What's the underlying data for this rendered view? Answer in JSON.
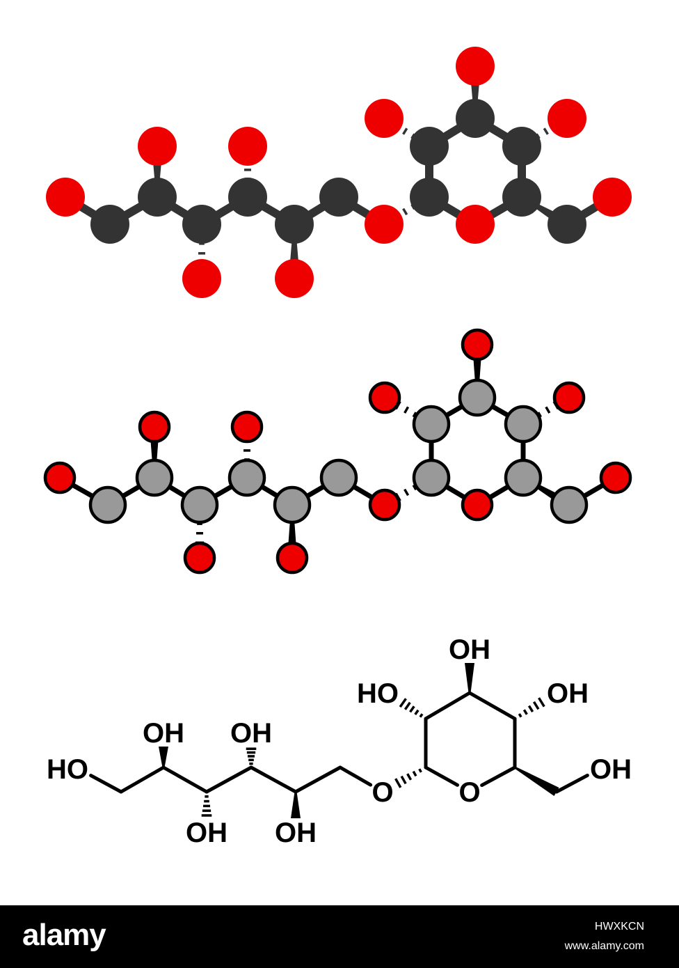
{
  "colors": {
    "background": "#ffffff",
    "oxygen": "#ee0000",
    "carbon_dark": "#333333",
    "carbon_light": "#999999",
    "bond_dark": "#333333",
    "bond_outline": "#000000",
    "footer": "#000000",
    "footer_text": "#ffffff"
  },
  "structure": {
    "atoms": [
      {
        "id": "O1",
        "el": "O"
      },
      {
        "id": "C1",
        "el": "C"
      },
      {
        "id": "C2",
        "el": "C"
      },
      {
        "id": "O2",
        "el": "O"
      },
      {
        "id": "C3",
        "el": "C"
      },
      {
        "id": "O3",
        "el": "O"
      },
      {
        "id": "C4",
        "el": "C"
      },
      {
        "id": "O4",
        "el": "O"
      },
      {
        "id": "C5",
        "el": "C"
      },
      {
        "id": "O5",
        "el": "O"
      },
      {
        "id": "C6",
        "el": "C"
      },
      {
        "id": "Og",
        "el": "O"
      },
      {
        "id": "R1",
        "el": "C"
      },
      {
        "id": "R2",
        "el": "C"
      },
      {
        "id": "OR2",
        "el": "O"
      },
      {
        "id": "R3",
        "el": "C"
      },
      {
        "id": "OR3",
        "el": "O"
      },
      {
        "id": "R4",
        "el": "C"
      },
      {
        "id": "OR4",
        "el": "O"
      },
      {
        "id": "R5",
        "el": "C"
      },
      {
        "id": "Oring",
        "el": "O"
      },
      {
        "id": "R6",
        "el": "C"
      },
      {
        "id": "OR6",
        "el": "O"
      }
    ],
    "bonds": [
      {
        "a": "O1",
        "b": "C1",
        "kind": "single"
      },
      {
        "a": "C1",
        "b": "C2",
        "kind": "single"
      },
      {
        "a": "C2",
        "b": "O2",
        "kind": "wedge"
      },
      {
        "a": "C2",
        "b": "C3",
        "kind": "single"
      },
      {
        "a": "C3",
        "b": "O3",
        "kind": "hash"
      },
      {
        "a": "C3",
        "b": "C4",
        "kind": "single"
      },
      {
        "a": "C4",
        "b": "O4",
        "kind": "hash"
      },
      {
        "a": "C4",
        "b": "C5",
        "kind": "single"
      },
      {
        "a": "C5",
        "b": "O5",
        "kind": "wedge"
      },
      {
        "a": "C5",
        "b": "C6",
        "kind": "single"
      },
      {
        "a": "C6",
        "b": "Og",
        "kind": "single"
      },
      {
        "a": "R1",
        "b": "Og",
        "kind": "hash"
      },
      {
        "a": "R1",
        "b": "R2",
        "kind": "single"
      },
      {
        "a": "R2",
        "b": "OR2",
        "kind": "hash"
      },
      {
        "a": "R2",
        "b": "R3",
        "kind": "single"
      },
      {
        "a": "R3",
        "b": "OR3",
        "kind": "wedge"
      },
      {
        "a": "R3",
        "b": "R4",
        "kind": "single"
      },
      {
        "a": "R4",
        "b": "OR4",
        "kind": "hash"
      },
      {
        "a": "R4",
        "b": "R5",
        "kind": "single"
      },
      {
        "a": "R5",
        "b": "Oring",
        "kind": "single"
      },
      {
        "a": "Oring",
        "b": "R1",
        "kind": "single"
      },
      {
        "a": "R5",
        "b": "R6",
        "kind": "wedge"
      },
      {
        "a": "R6",
        "b": "OR6",
        "kind": "single"
      }
    ],
    "skeletal_labels": [
      {
        "atom": "O1",
        "text": "HO"
      },
      {
        "atom": "O2",
        "text": "OH"
      },
      {
        "atom": "O3",
        "text": "OH"
      },
      {
        "atom": "O4",
        "text": "OH"
      },
      {
        "atom": "O5",
        "text": "OH"
      },
      {
        "atom": "Og",
        "text": "O"
      },
      {
        "atom": "Oring",
        "text": "O"
      },
      {
        "atom": "OR2",
        "text": "HO"
      },
      {
        "atom": "OR3",
        "text": "OH"
      },
      {
        "atom": "OR4",
        "text": "OH"
      },
      {
        "atom": "OR6",
        "text": "OH"
      }
    ]
  },
  "footer": {
    "brand": "alamy",
    "image_code": "HWXKCN",
    "site": "www.alamy.com"
  }
}
